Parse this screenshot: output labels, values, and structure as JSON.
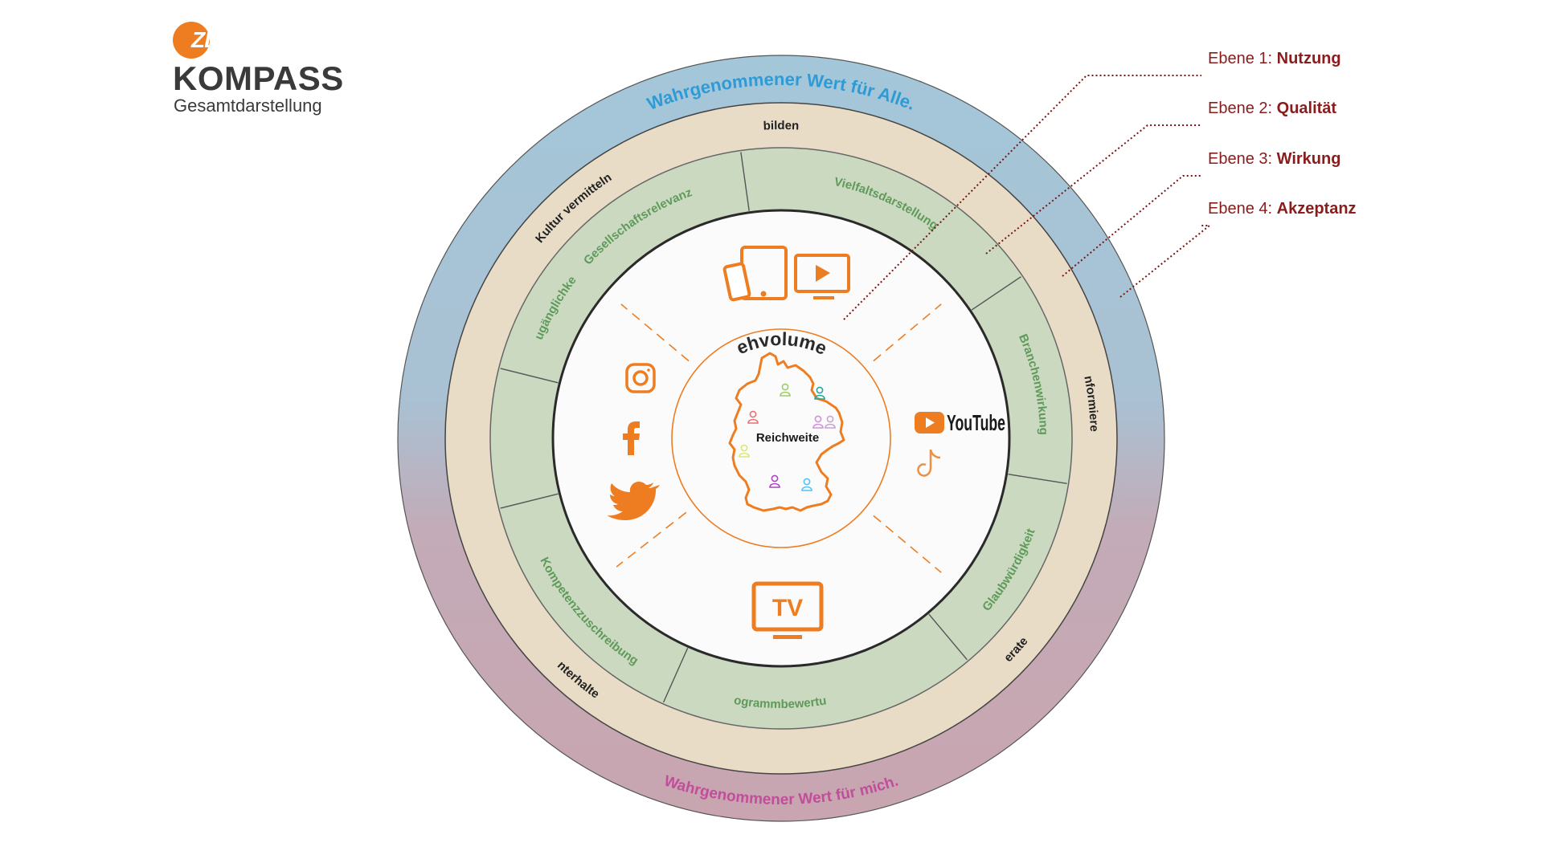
{
  "logo": {
    "brand": "ZDF",
    "title": "KOMPASS",
    "subtitle": "Gesamtdarstellung"
  },
  "rings": {
    "outer_top": "Wahrgenommener Wert für Alle.",
    "outer_bottom": "Wahrgenommener Wert für mich.",
    "acceptance": [
      "bilden",
      "informieren",
      "beraten",
      "unterhalten",
      "Kultur vermitteln"
    ],
    "quality": [
      "Vielfaltsdarstellung",
      "Branchenwirkung",
      "Glaubwürdigkeit",
      "Programmbewertung",
      "Kompetenzzuschreibung",
      "Zugänglichkeit",
      "Gesellschaftsrelevanz"
    ]
  },
  "center": {
    "arc_label": "Sehvolumen",
    "map_label": "Reichweite",
    "youtube_label": "YouTube",
    "tv_label": "TV"
  },
  "legend": [
    {
      "prefix": "Ebene 1:",
      "name": "Nutzung"
    },
    {
      "prefix": "Ebene 2:",
      "name": "Qualität"
    },
    {
      "prefix": "Ebene 3:",
      "name": "Wirkung"
    },
    {
      "prefix": "Ebene 4:",
      "name": "Akzeptanz"
    }
  ],
  "icons": [
    "tablet-smartphone-icon",
    "monitor-play-icon",
    "instagram-icon",
    "facebook-icon",
    "twitter-icon",
    "youtube-icon",
    "tiktok-icon",
    "tv-icon",
    "germany-map-icon",
    "person-icon"
  ],
  "colors": {
    "accent_orange": "#ee7d21",
    "outer_top": "#a3c7d9",
    "outer_bottom": "#c8a5b0",
    "acceptance_ring": "#e9dcc6",
    "quality_ring": "#cbd9c1",
    "quality_text": "#5e9a5a",
    "outer_top_text": "#2e9bd6",
    "outer_bottom_text": "#c24d9b",
    "legend_text": "#8a1c1c"
  }
}
